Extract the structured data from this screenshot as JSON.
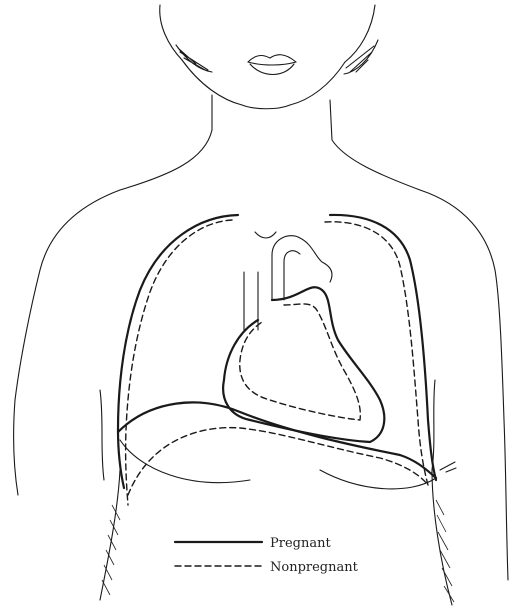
{
  "legend": {
    "items": [
      {
        "style": "solid",
        "label": "Pregnant"
      },
      {
        "style": "dashed",
        "label": "Nonpregnant"
      }
    ]
  },
  "colors": {
    "ink": "#1a1a1a",
    "background": "#ffffff"
  }
}
